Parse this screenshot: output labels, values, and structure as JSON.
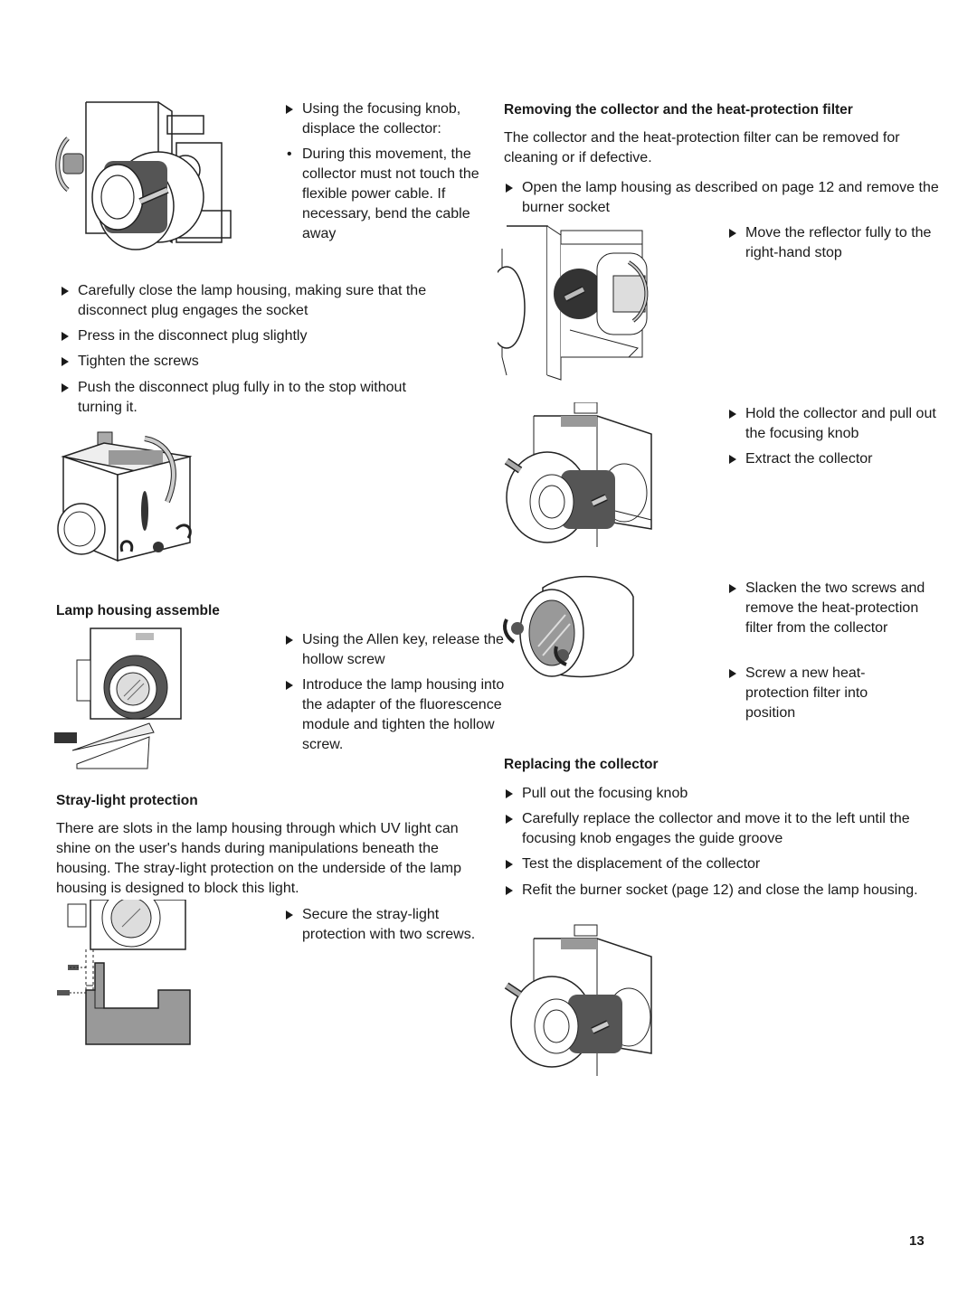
{
  "left_top": {
    "step1": "Using the focusing knob, displace the collector:",
    "bullet1": "During this movement, the collector must not touch the flexible power cable. If necessary, bend the cable away",
    "step2": "Carefully close the lamp housing, making sure that the disconnect plug engages the socket",
    "step3": "Press in the disconnect plug slightly",
    "step4": "Tighten the screws",
    "step5": "Push the disconnect plug fully in to the stop without turning it."
  },
  "lamp_assemble": {
    "heading": "Lamp housing assemble",
    "step1": "Using the Allen key, release the hollow screw",
    "step2": "Introduce the lamp housing into the adapter of the fluorescence module and tighten the hollow screw."
  },
  "stray_light": {
    "heading": "Stray-light protection",
    "paragraph": "There are slots in the lamp housing through which UV light can shine on the user's hands during manipulations beneath the housing. The stray-light protection on the underside of the lamp housing is designed to block this light.",
    "step1": "Secure the stray-light protection with two screws."
  },
  "removing": {
    "heading": "Removing the collector and the heat-protection filter",
    "paragraph": "The collector and the heat-protection filter can be removed for cleaning or if defective.",
    "step1": "Open the lamp housing as described on page 12 and remove the burner socket",
    "step2": "Move the reflector fully to the right-hand stop",
    "step3": "Hold the collector and pull out the focusing knob",
    "step4": "Extract the collector",
    "step5": "Slacken the two screws and remove the heat-protection filter from the collector",
    "step6": "Screw a new heat-protection filter into position"
  },
  "replacing": {
    "heading": "Replacing the collector",
    "step1": "Pull out the focusing knob",
    "step2": "Carefully replace the collector and move it to the left until the focusing knob engages the guide groove",
    "step3": "Test the displacement of the collector",
    "step4": "Refit the burner socket (page 12) and close the lamp housing."
  },
  "footer": {
    "page_number": "13"
  },
  "colors": {
    "text": "#1a1a1a",
    "line": "#222222",
    "gray_dark": "#555555",
    "gray_light": "#bbbbbb"
  }
}
